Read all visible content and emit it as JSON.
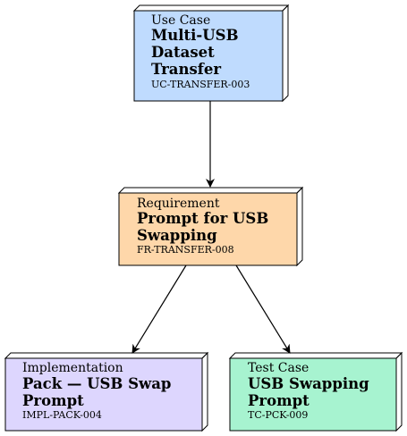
{
  "nodes": {
    "use_case": {
      "kind": "Use Case",
      "title_lines": [
        "Multi-USB",
        "Dataset",
        "Transfer"
      ],
      "id": "UC-TRANSFER-003",
      "color": "#bfdbfe"
    },
    "requirement": {
      "kind": "Requirement",
      "title_lines": [
        "Prompt for USB",
        "Swapping"
      ],
      "id": "FR-TRANSFER-008",
      "color": "#fed7aa"
    },
    "implementation": {
      "kind": "Implementation",
      "title_lines": [
        "Pack — USB Swap",
        "Prompt"
      ],
      "id": "IMPL-PACK-004",
      "color": "#ddd6fe"
    },
    "test_case": {
      "kind": "Test Case",
      "title_lines": [
        "USB Swapping",
        "Prompt"
      ],
      "id": "TC-PCK-009",
      "color": "#a7f3d0"
    }
  },
  "edges": [
    {
      "from": "use_case",
      "to": "requirement"
    },
    {
      "from": "requirement",
      "to": "implementation"
    },
    {
      "from": "requirement",
      "to": "test_case"
    }
  ]
}
